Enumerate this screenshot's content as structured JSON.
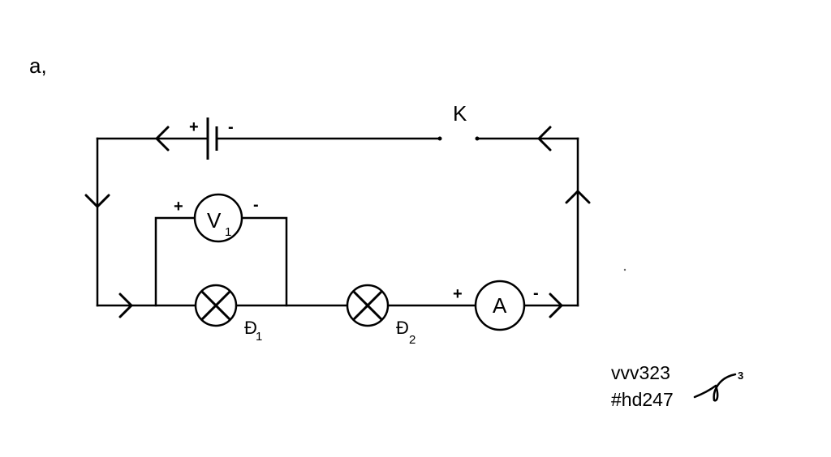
{
  "part_label": "a,",
  "switch_label": "K",
  "battery": {
    "plus": "+",
    "minus": "-"
  },
  "voltmeter": {
    "symbol": "V",
    "subscript": "1",
    "plus": "+",
    "minus": "-"
  },
  "ammeter": {
    "symbol": "A",
    "plus": "+",
    "minus": "-"
  },
  "lamps": [
    {
      "letter": "Đ",
      "subscript": "1"
    },
    {
      "letter": "Đ",
      "subscript": "2"
    }
  ],
  "signature": {
    "line1": "vvv323",
    "line2": "#hd247",
    "superscript": "3"
  }
}
